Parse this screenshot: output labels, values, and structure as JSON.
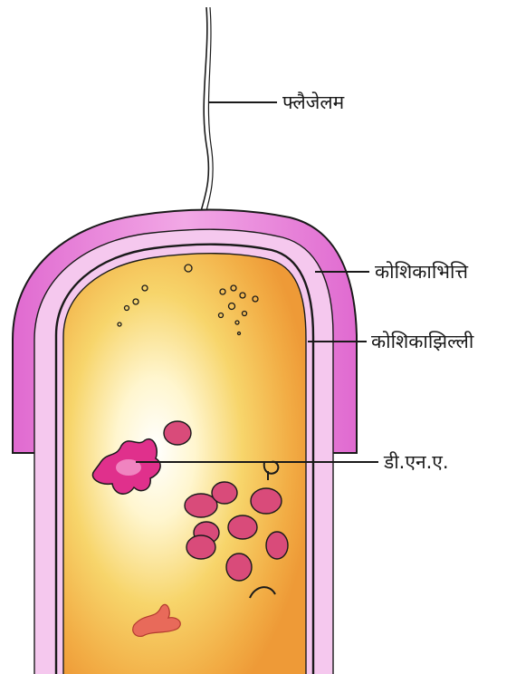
{
  "labels": {
    "flagellum": "फ्लैजेलम",
    "cell_wall": "कोशिकाभित्ति",
    "cell_membrane": "कोशिकाझिल्ली",
    "dna": "डी.एन.ए."
  },
  "colors": {
    "cell_wall": "#e47cd2",
    "cell_wall_light": "#f4c4ec",
    "cytoplasm_outer": "#f0a53c",
    "cytoplasm_mid": "#f6d36a",
    "cytoplasm_center": "#fffbe8",
    "ribosome_fill": "#d94b7a",
    "dna_fill": "#e0308c",
    "outline": "#1a1a1a"
  },
  "icons": [
    "bacterium-cell-illustration"
  ]
}
